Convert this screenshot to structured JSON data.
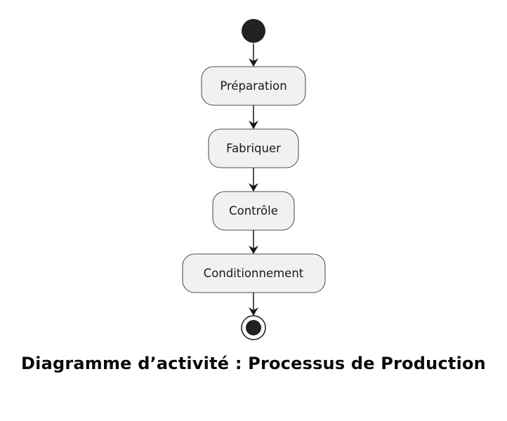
{
  "diagram": {
    "type": "activity",
    "nodes": [
      {
        "id": "start",
        "kind": "initial"
      },
      {
        "id": "preparation",
        "kind": "action",
        "label": "Préparation"
      },
      {
        "id": "fabriquer",
        "kind": "action",
        "label": "Fabriquer"
      },
      {
        "id": "controle",
        "kind": "action",
        "label": "Contrôle"
      },
      {
        "id": "conditionnement",
        "kind": "action",
        "label": "Conditionnement"
      },
      {
        "id": "end",
        "kind": "final"
      }
    ],
    "edges": [
      {
        "from": "start",
        "to": "preparation"
      },
      {
        "from": "preparation",
        "to": "fabriquer"
      },
      {
        "from": "fabriquer",
        "to": "controle"
      },
      {
        "from": "controle",
        "to": "conditionnement"
      },
      {
        "from": "conditionnement",
        "to": "end"
      }
    ]
  },
  "caption": "Diagramme d’activité : Processus de Production",
  "colors": {
    "node_fill": "#f1f1f1",
    "node_stroke": "#181818",
    "initial_fill": "#222222",
    "arrow": "#181818"
  }
}
